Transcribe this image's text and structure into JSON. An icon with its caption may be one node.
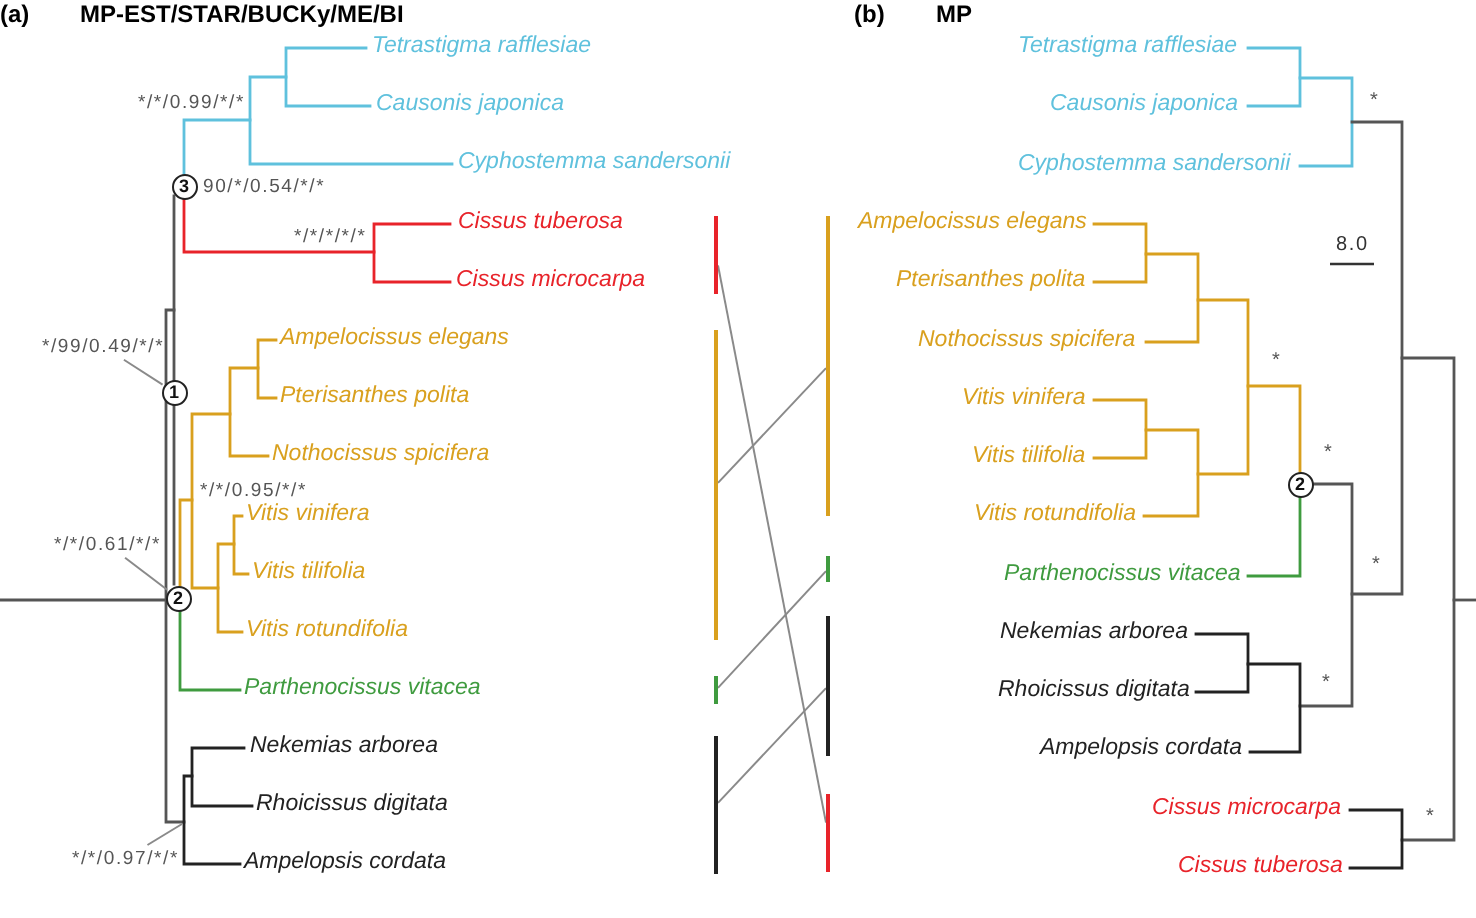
{
  "diagram": {
    "nodes": [
      {
        "text": [
          "3"
        ],
        "beside": [
          "90/*/0.54/*/*"
        ]
      },
      {
        "text": [
          "*/99/0.49/*/*"
        ]
      },
      {
        "text": [
          "1"
        ]
      },
      {
        "text": [
          "*/*/0.61/*/*"
        ]
      },
      {
        "text": [
          "2"
        ]
      },
      {
        "text": [
          "*/*/0.97/*/*"
        ]
      },
      {
        "text": [],
        "shape": "bar"
      },
      {
        "text": [],
        "shape": "bar"
      },
      {
        "text": [],
        "shape": "bar"
      },
      {
        "text": [],
        "shape": "bar"
      },
      {
        "text": [],
        "shape": "bar"
      },
      {
        "text": [],
        "shape": "bar"
      },
      {
        "text": [],
        "shape": "bar"
      },
      {
        "text": [],
        "shape": "bar"
      },
      {
        "text": [
          "2"
        ]
      }
    ],
    "edges": [
      {
        "from": 1,
        "to": 2,
        "arrow": "none"
      },
      {
        "from": 3,
        "to": 4,
        "arrow": "none"
      },
      {
        "from": 5,
        "to": null,
        "arrow": "none"
      },
      {
        "from": 6,
        "to": 13,
        "arrow": "none"
      },
      {
        "from": 7,
        "to": 10,
        "arrow": "none"
      },
      {
        "from": 8,
        "to": 11,
        "arrow": "none"
      },
      {
        "from": 9,
        "to": 12,
        "arrow": "none"
      }
    ],
    "labels": [
      "(a)",
      "MP-EST/STAR/BUCKy/ME/BI",
      "(b)",
      "MP",
      "Tetrastigma rafflesiae",
      "*/*/0.99/*/*",
      "Causonis japonica",
      "Cyphostemma sandersonii",
      "Cissus tuberosa",
      "*/*/*/*/*",
      "Cissus microcarpa",
      "Ampelocissus elegans",
      "Pterisanthes polita",
      "Nothocissus spicifera",
      "*/*/0.95/*/*",
      "Vitis vinifera",
      "Vitis tilifolia",
      "Vitis rotundifolia",
      "Parthenocissus vitacea",
      "Nekemias arborea",
      "Rhoicissus digitata",
      "Ampelopsis cordata",
      "Tetrastigma rafflesiae",
      "Causonis japonica",
      "*",
      "Cyphostemma sandersonii",
      "Ampelocissus elegans",
      "8.0",
      "Pterisanthes polita",
      "Nothocissus spicifera",
      "*",
      "Vitis vinifera",
      "*",
      "Vitis tilifolia",
      "Vitis rotundifolia",
      "*",
      "Parthenocissus vitacea",
      "Nekemias arborea",
      "*",
      "Rhoicissus digitata",
      "Ampelopsis cordata",
      "Cissus microcarpa",
      "*",
      "Cissus tuberosa"
    ]
  }
}
